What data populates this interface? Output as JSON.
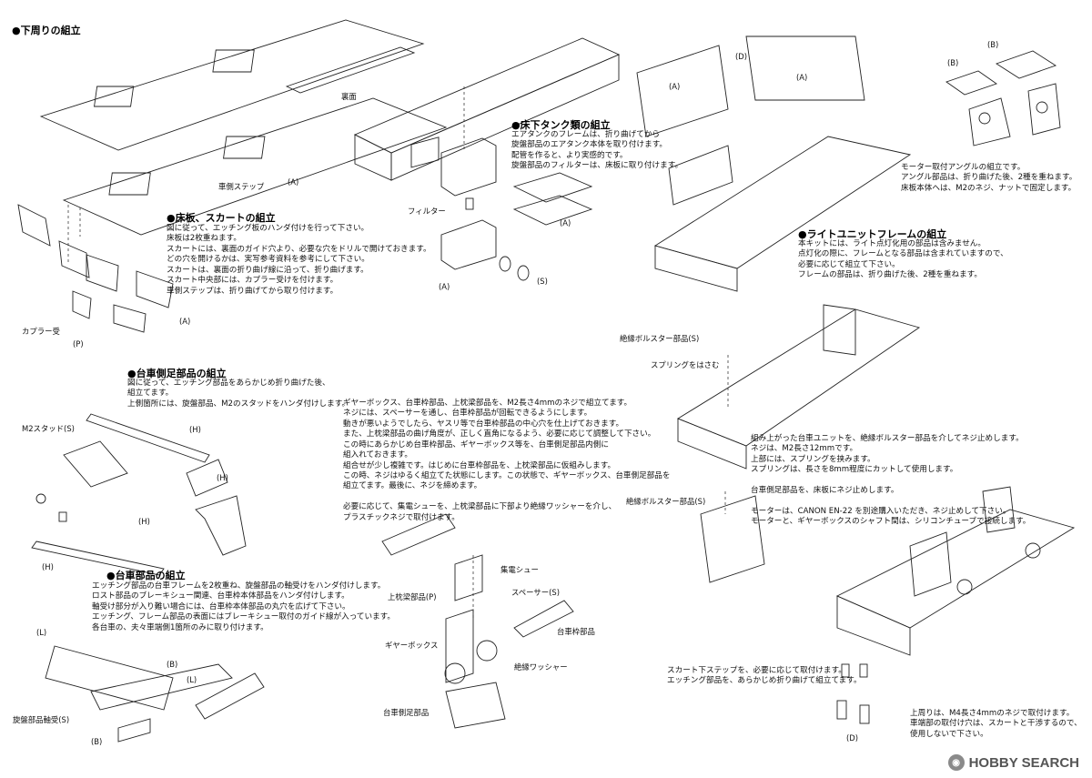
{
  "sections": {
    "underframe": {
      "title": "●下周りの組立"
    },
    "floor_skirt": {
      "title": "●床板、スカートの組立",
      "body": "図に従って、エッチング板のハンダ付けを行って下さい。\n床板は2枚重ねます。\nスカートには、裏面のガイド穴より、必要な穴をドリルで開けておきます。\nどの穴を開けるかは、実写参考資料を参考にして下さい。\nスカートは、裏面の折り曲げ線に沿って、折り曲げます。\nスカート中央部には、カプラー受けを付けます。\n車側ステップは、折り曲げてから取り付けます。"
    },
    "tank": {
      "title": "●床下タンク類の組立",
      "body": "エアタンクのフレームは、折り曲げてから\n旋盤部品のエアタンク本体を取り付けます。\n配管を作ると、より実感的です。\n旋盤部品のフィルターは、床板に取り付けます。"
    },
    "motor_angle": {
      "body": "モーター取付アングルの組立です。\nアングル部品は、折り曲げた後、2種を重ねます。\n床板本体へは、M2のネジ、ナットで固定します。"
    },
    "light_frame": {
      "title": "●ライトユニットフレームの組立",
      "body": "本キットには、ライト点灯化用の部品は含みません。\n点灯化の際に、フレームとなる部品は含まれていますので、\n必要に応じて組立て下さい。\nフレームの部品は、折り曲げた後、2種を重ねます。"
    },
    "bogie_side": {
      "title": "●台車側足部品の組立",
      "body": "図に従って、エッチング部品をあらかじめ折り曲げた後、\n組立てます。\n上側箇所には、旋盤部品、M2のスタッドをハンダ付けします。"
    },
    "gearbox": {
      "body": "ギヤーボックス、台車枠部品、上枕梁部品を、M2長さ4mmのネジで組立てます。\nネジには、スペーサーを通し、台車枠部品が回転できるようにします。\n動きが悪いようでしたら、ヤスリ等で台車枠部品の中心穴を仕上げておきます。\nまた、上枕梁部品の曲げ角度が、正しく直角になるよう、必要に応じて調整して下さい。\nこの時にあらかじめ台車枠部品、ギヤーボックス等を、台車側足部品内側に\n組入れておきます。\n組合せが少し複雑です。はじめに台車枠部品を、上枕梁部品に仮組みします。\nこの時、ネジはゆるく組立てた状態にします。この状態で、ギヤーボックス、台車側足部品を\n組立てます。最後に、ネジを締めます。\n\n必要に応じて、集電シューを、上枕梁部品に下部より絶縁ワッシャーを介し、\nプラスチックネジで取付けます。"
    },
    "truck_parts": {
      "title": "●台車部品の組立",
      "body": "エッチング部品の台車フレームを2枚重ね、旋盤部品の軸受けをハンダ付けします。\nロスト部品のブレーキシュー関連、台車枠本体部品をハンダ付けします。\n軸受け部分が入り難い場合には、台車枠本体部品の丸穴を広げて下さい。\nエッチング、フレーム部品の表面にはブレーキシュー取付のガイド線が入っています。\n各台車の、夫々車端側1箇所のみに取り付けます。"
    },
    "bolster": {
      "body": "組み上がった台車ユニットを、絶縁ボルスター部品を介してネジ止めします。\nネジは、M2長さ12mmです。\n上部には、スプリングを挟みます。\nスプリングは、長さを8mm程度にカットして使用します。\n\n台車側足部品を、床板にネジ止めします。\n\nモーターは、CANON EN-22 を別途購入いただき、ネジ止めして下さい。\nモーターと、ギヤーボックスのシャフト間は、シリコンチューブで接続します。"
    },
    "skirt_step": {
      "body": "スカート下ステップを、必要に応じて取付けます。\nエッチング部品を、あらかじめ折り曲げて組立てます。"
    },
    "upper_note": {
      "body": "上周りは、M4長さ4mmのネジで取付けます。\n車端部の取付け穴は、スカートと干渉するので、\n使用しないで下さい。"
    }
  },
  "labels": {
    "ura": "裏面",
    "step": "車側ステップ",
    "A": "(A)",
    "P": "(P)",
    "coupler": "カプラー受",
    "filter": "フィルター",
    "S": "(S)",
    "D": "(D)",
    "B": "(B)",
    "H": "(H)",
    "L": "(L)",
    "m2stud": "M2スタッド(S)",
    "shoe": "集電シュー",
    "upper_beam": "上枕梁部品(P)",
    "spacer": "スペーサー(S)",
    "gearbox": "ギヤーボックス",
    "truck_frame": "台車枠部品",
    "washer": "絶縁ワッシャー",
    "side_foot": "台車側足部品",
    "bearing": "旋盤部品軸受(S)",
    "bolster_s": "絶縁ボルスター部品(S)",
    "spring": "スプリングをはさむ"
  },
  "watermark": {
    "text": "HOBBY SEARCH"
  }
}
